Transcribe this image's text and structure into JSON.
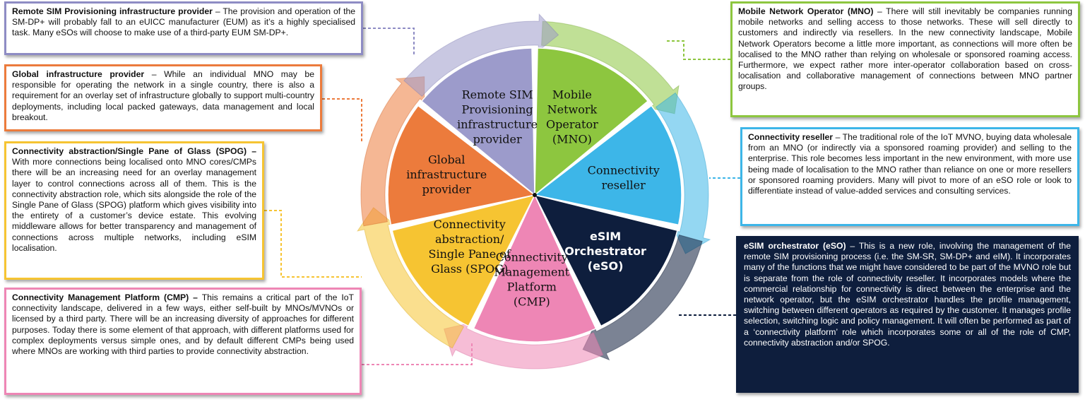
{
  "segments": [
    {
      "id": "mno",
      "lines": [
        "Mobile",
        "Network",
        "Operator",
        "(MNO)"
      ],
      "color": "#8DC63F",
      "shade": "#6fa02a",
      "text_color": "#111111",
      "bold": false
    },
    {
      "id": "reseller",
      "lines": [
        "Connectivity",
        "reseller"
      ],
      "color": "#3DB6E8",
      "shade": "#1c95c8",
      "text_color": "#111111",
      "bold": false
    },
    {
      "id": "eso",
      "lines": [
        "eSIM",
        "Orchestrator",
        "(eSO)"
      ],
      "color": "#0E1E3D",
      "shade": "#06122a",
      "text_color": "#ffffff",
      "bold": true
    },
    {
      "id": "cmp",
      "lines": [
        "Connectivity",
        "Management",
        "Platform",
        "(CMP)"
      ],
      "color": "#EE86B5",
      "shade": "#d4689a",
      "text_color": "#111111",
      "bold": false
    },
    {
      "id": "spog",
      "lines": [
        "Connectivity",
        "abstraction/",
        "Single Pane of",
        "Glass (SPOG)"
      ],
      "color": "#F6C432",
      "shade": "#d8a615",
      "text_color": "#111111",
      "bold": false
    },
    {
      "id": "global",
      "lines": [
        "Global",
        "infrastructure",
        "provider"
      ],
      "color": "#EC7B3C",
      "shade": "#cc5d1f",
      "text_color": "#111111",
      "bold": false
    },
    {
      "id": "rsp",
      "lines": [
        "Remote SIM",
        "Provisioning",
        "infrastructure",
        "provider"
      ],
      "color": "#9C9BCB",
      "shade": "#7c7bb0",
      "text_color": "#111111",
      "bold": false
    }
  ],
  "boxes": {
    "rsp": {
      "title": "Remote SIM Provisioning infrastructure provider",
      "text": " – The provision and operation of the SM-DP+ will probably fall to an eUICC manufacturer (EUM) as it’s a highly specialised task. Many eSOs will choose to make use of a third-party EUM SM-DP+.",
      "border": "#8E8CC4",
      "bg": "#ffffff",
      "dark": false
    },
    "global": {
      "title": "Global infrastructure provider",
      "text": " – While an individual MNO may be responsible for operating the network in a single country, there is also a requirement for an overlay set of infrastructure globally to support multi-country deployments, including local packed gateways, data management and local breakout.",
      "border": "#EC7B3C",
      "bg": "#ffffff",
      "dark": false
    },
    "spog": {
      "title": "Connectivity abstraction/Single Pane of Glass (SPOG) –",
      "text": " With more connections being localised onto MNO cores/CMPs there will be an increasing need for an overlay management layer to control connections across all of them. This is the connectivity abstraction role, which sits alongside the role of the Single Pane of Glass (SPOG) platform which gives visibility into the entirety of a customer’s device estate. This evolving middleware allows for better transparency and management of connections across multiple networks, including eSIM localisation.",
      "border": "#F6C432",
      "bg": "#ffffff",
      "dark": false
    },
    "cmp": {
      "title": "Connectivity Management Platform (CMP) –",
      "text": " This remains a critical part of the IoT connectivity landscape, delivered in a few ways, either self-built by MNOs/MVNOs or licensed by a third party. There will be an increasing diversity of approaches for different purposes. Today there is some element of that approach, with different platforms used for complex deployments versus simple ones, and by default different CMPs being used where MNOs are working with third parties to provide connectivity abstraction.",
      "border": "#EE86B5",
      "bg": "#ffffff",
      "dark": false
    },
    "mno": {
      "title": "Mobile Network Operator (MNO)",
      "text": " – There will still inevitably be companies running mobile networks and selling access to those networks. These will sell directly to customers and indirectly via resellers. In the new connectivity landscape, Mobile Network Operators become a little more important, as connections will more often be localised to the MNO rather than relying on wholesale or sponsored roaming access. Furthermore, we expect rather more inter-operator collaboration based on cross-localisation and collaborative management of connections between MNO partner groups.",
      "border": "#8DC63F",
      "bg": "#ffffff",
      "dark": false
    },
    "reseller": {
      "title": "Connectivity reseller",
      "text": " – The traditional role of the IoT MVNO, buying data wholesale from an MNO (or indirectly via a sponsored roaming provider) and selling to the enterprise. This role becomes less important in the new environment, with more use being made of localisation to the MNO rather than reliance on one or more resellers or sponsored roaming providers. Many will pivot to more of an eSO role or look to differentiate instead of value-added services and consulting services.",
      "border": "#3DB6E8",
      "bg": "#ffffff",
      "dark": false
    },
    "eso": {
      "title": "eSIM orchestrator (eSO)",
      "text": " – This is a new role, involving the management of the remote SIM provisioning process (i.e. the SM-SR, SM-DP+ and eIM). It incorporates many of the functions that we might have considered to be part of the MVNO role but is separate from the role of connectivity reseller. It incorporates models where the commercial relationship for connectivity is direct between the enterprise and the network operator, but the eSIM orchestrator handles the profile management, switching between different operators as required by the customer.  It manages profile selection, switching logic and policy management. It will often be performed as part of a ‘connectivity platform’ role which incorporates some or all of the role of CMP, connectivity abstraction and/or SPOG.",
      "border": "#0E1E3D",
      "bg": "#0E1E3D",
      "dark": true
    }
  }
}
